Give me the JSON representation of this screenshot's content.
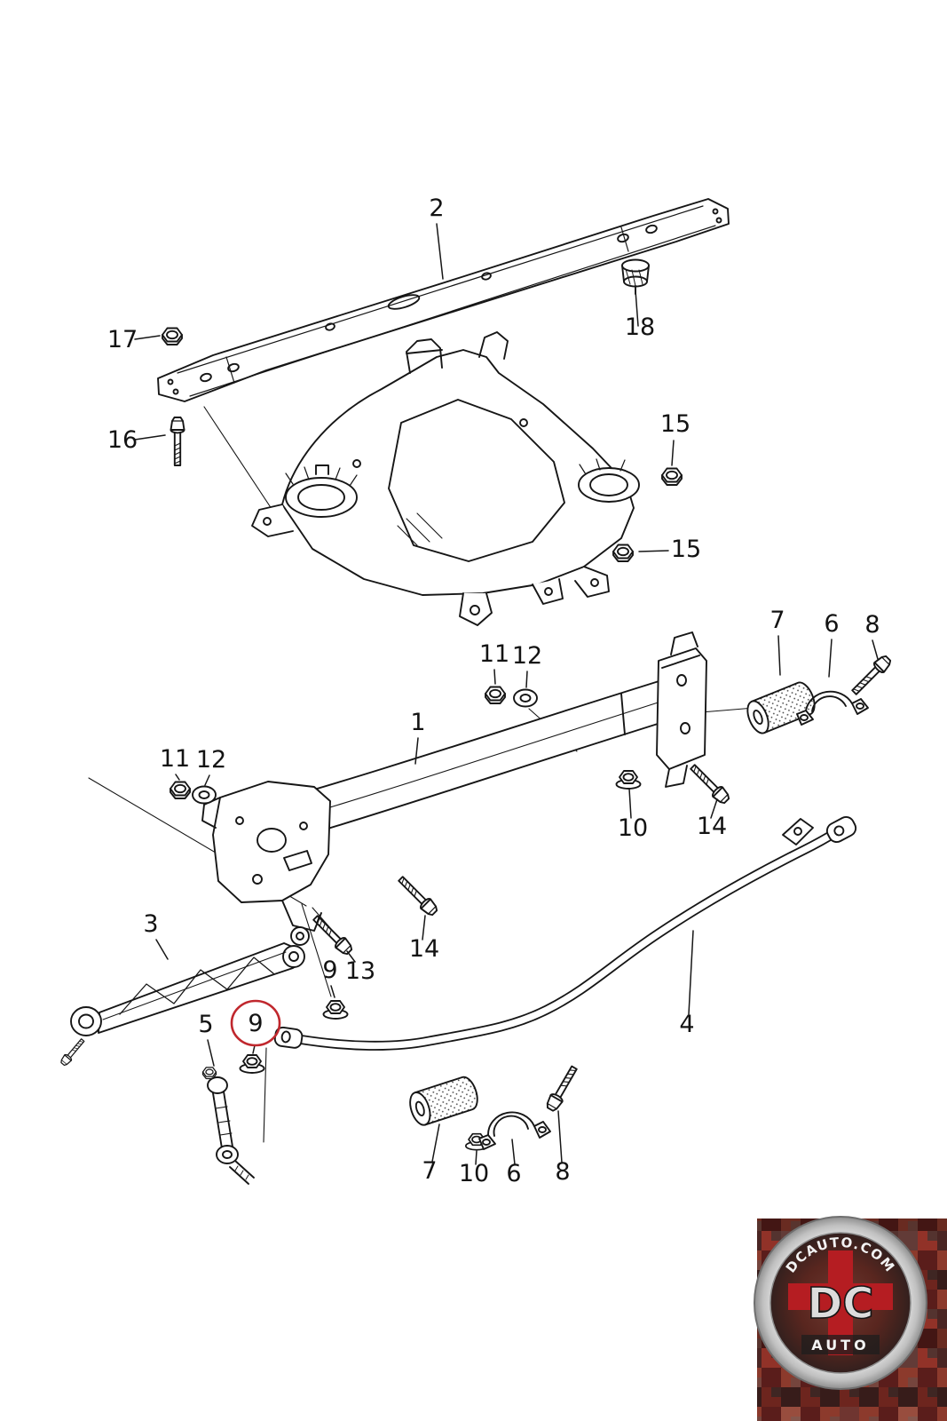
{
  "diagram": {
    "callouts": [
      "2",
      "17",
      "18",
      "16",
      "15",
      "15",
      "7",
      "6",
      "8",
      "11",
      "12",
      "1",
      "11",
      "12",
      "10",
      "14",
      "3",
      "14",
      "13",
      "9",
      "5",
      "9",
      "4",
      "7",
      "10",
      "6",
      "8"
    ],
    "highlight": {
      "part_label": "9",
      "color": "#c0272d"
    },
    "line_color": "#161616",
    "background": "#ffffff"
  },
  "watermark": {
    "site": "DCAUTO.COM",
    "brand": "DC",
    "sub": "AUTO",
    "accent_color": "#b51d22"
  }
}
